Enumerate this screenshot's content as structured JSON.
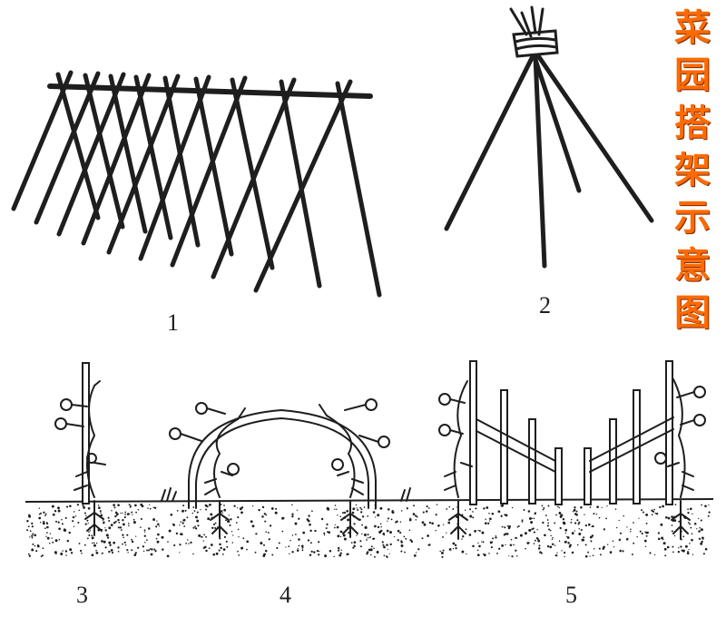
{
  "figure": {
    "title_chars": [
      "菜",
      "园",
      "搭",
      "架",
      "示",
      "意",
      "图"
    ],
    "panels": [
      {
        "label": "1"
      },
      {
        "label": "2"
      },
      {
        "label": "3"
      },
      {
        "label": "4"
      },
      {
        "label": "5"
      }
    ]
  },
  "colors": {
    "ink": "#1e1e1e",
    "title": "#ff6a00",
    "title_shadow": "#7a2a00",
    "background": "#ffffff"
  }
}
